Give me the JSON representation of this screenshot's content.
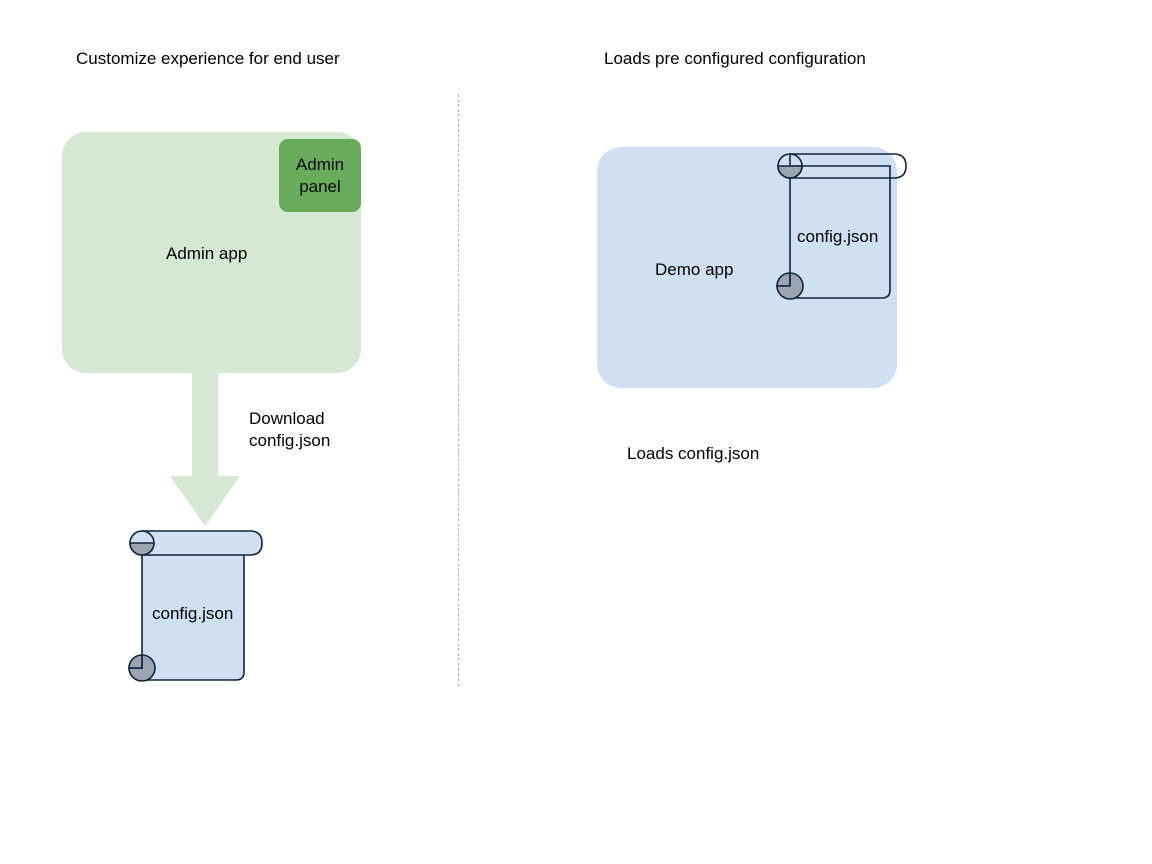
{
  "diagram": {
    "title_left": "Customize experience for end user",
    "title_right": "Loads pre configured configuration",
    "left_column": {
      "app_box_label": "Admin app",
      "panel_chip_label": "Admin\npanel",
      "arrow_label": "Download\nconfig.json",
      "file_label": "config.json"
    },
    "right_column": {
      "app_box_label": "Demo app",
      "file_label": "config.json",
      "caption": "Loads config.json"
    },
    "colors": {
      "admin_app_fill": "#d5e8d4",
      "admin_panel_fill": "#67ab5b",
      "demo_app_fill": "#cfe0f3",
      "file_fill": "#cfe0f3",
      "file_stroke": "#10233f",
      "file_curl_fill": "#9aa5b1",
      "arrow_fill": "#d5e8d4",
      "divider_stroke": "#b3b3b3",
      "text": "#000000"
    },
    "icons": {
      "scroll": "scroll-document-icon",
      "arrow": "down-arrow-icon",
      "divider": "vertical-dashed-divider"
    }
  }
}
